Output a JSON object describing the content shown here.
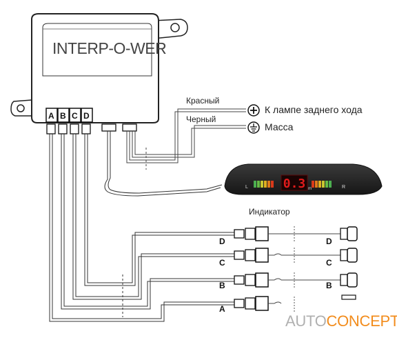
{
  "device": {
    "brand_text": "INTERP-O-WER"
  },
  "ports": [
    "A",
    "B",
    "C",
    "D"
  ],
  "wires": {
    "red_label": "Красный",
    "black_label": "Черный",
    "reverse_lamp_label": "К лампе заднего хода",
    "ground_label": "Масса"
  },
  "indicator": {
    "label": "Индикатор",
    "display_value": "0.3",
    "left_mark": "L",
    "right_mark": "R",
    "unit_mark": "m"
  },
  "sensors": [
    {
      "left_label": "D",
      "right_label": "D"
    },
    {
      "left_label": "C",
      "right_label": "C"
    },
    {
      "left_label": "B",
      "right_label": "B"
    },
    {
      "left_label": "A",
      "right_label": ""
    }
  ],
  "watermark": {
    "part1": "AUTO",
    "part2": "CONCEPT"
  },
  "colors": {
    "watermark_gray": "#b0b0b0",
    "watermark_orange": "#f28c1c",
    "indicator_body": "#2a2a2a",
    "display_red": "#e21b1b"
  }
}
